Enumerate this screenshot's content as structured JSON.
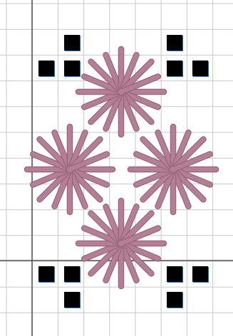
{
  "pattern": {
    "grid_columns": 9,
    "grid_rows": 13,
    "grid_color": "#c8c8c8",
    "major_line_color": "#555555",
    "background": "#ffffff",
    "stitch_color": "#b47f94",
    "stitch_edge_color": "#8d5f72",
    "square_fill": "#000000",
    "square_edge_color": "#1f6fd0",
    "stitch_spokes": 16,
    "star_count": 4,
    "square_count": 12
  }
}
